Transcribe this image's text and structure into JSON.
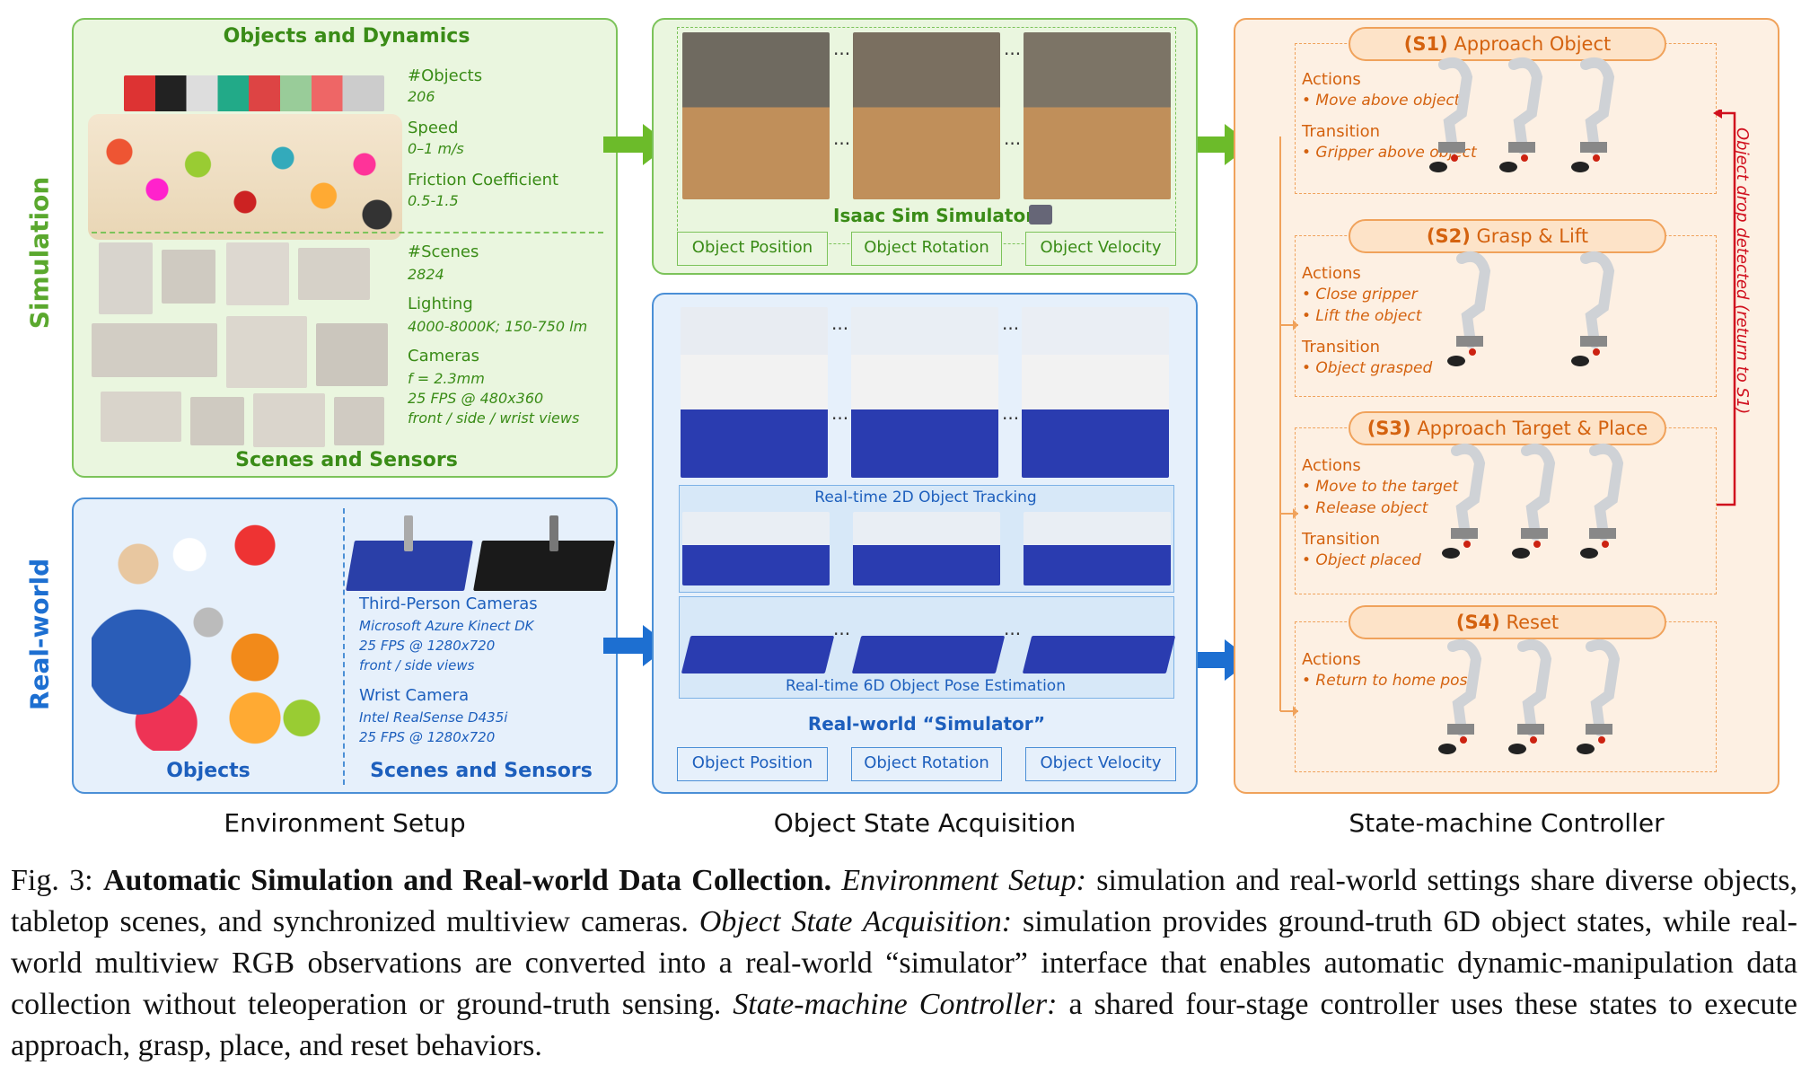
{
  "env": {
    "sim_label": "Simulation",
    "real_label": "Real-world",
    "objects_dynamics": "Objects and Dynamics",
    "num_objects_label": "#Objects",
    "num_objects": "206",
    "speed_label": "Speed",
    "speed": "0–1 m/s",
    "friction_label": "Friction Coefficient",
    "friction": "0.5-1.5",
    "num_scenes_label": "#Scenes",
    "num_scenes": "2824",
    "lighting_label": "Lighting",
    "lighting": "4000-8000K; 150-750 lm",
    "cameras_label": "Cameras",
    "cam_focal": "f = 2.3mm",
    "cam_fps": "25 FPS @ 480x360",
    "cam_views": "front / side / wrist views",
    "scenes_sensors": "Scenes and Sensors",
    "third_person_label": "Third-Person Cameras",
    "third_person_model": "Microsoft Azure Kinect DK",
    "third_person_fps": "25 FPS @ 1280x720",
    "third_person_views": "front / side views",
    "wrist_label": "Wrist Camera",
    "wrist_model": "Intel RealSense D435i",
    "wrist_fps": "25 FPS @ 1280x720",
    "real_objects": "Objects",
    "real_scenes_sensors": "Scenes and Sensors",
    "section_title": "Environment Setup"
  },
  "acq": {
    "isaac": "Isaac Sim Simulator",
    "tracking": "Real-time 2D Object Tracking",
    "pose": "Real-time 6D Object Pose Estimation",
    "real_sim": "Real-world “Simulator”",
    "chips": [
      "Object Position",
      "Object Rotation",
      "Object Velocity"
    ],
    "ellipsis": "...",
    "section_title": "Object State Acquisition"
  },
  "ctrl": {
    "stages": [
      {
        "id": "(S1)",
        "name": "Approach Object"
      },
      {
        "id": "(S2)",
        "name": "Grasp & Lift"
      },
      {
        "id": "(S3)",
        "name": "Approach Target & Place"
      },
      {
        "id": "(S4)",
        "name": "Reset"
      }
    ],
    "actions_label": "Actions",
    "transition_label": "Transition",
    "s1_action": "• Move above object",
    "s1_transition": "• Gripper above object",
    "s2_action1": "• Close gripper",
    "s2_action2": "• Lift the object",
    "s2_transition": "• Object grasped",
    "s3_action1": "• Move to the target",
    "s3_action2": "• Release object",
    "s3_transition": "• Object placed",
    "s4_action": "• Return to home pose",
    "drop": "Object drop detected (return to S1)",
    "section_title": "State-machine Controller"
  },
  "caption": {
    "fig": "Fig. 3: ",
    "bold": "Automatic Simulation and Real-world Data Collection.",
    "i1": "Environment Setup:",
    "t1": " simulation and real-world settings share diverse objects, tabletop scenes, and synchronized multiview cameras. ",
    "i2": "Object State Acquisition:",
    "t2": " simulation provides ground-truth 6D object states, while real-world multiview RGB observations are converted into a real-world “simulator” interface that enables automatic dynamic-manipulation data collection without teleoperation or ground-truth sensing. ",
    "i3": "State-machine Controller:",
    "t3": " a shared four-stage controller uses these states to execute approach, grasp, place, and reset behaviors."
  },
  "colors": {
    "green": "#3a8c17",
    "blue": "#1d5fbd",
    "orange": "#d4620f",
    "red": "#d0101e"
  }
}
